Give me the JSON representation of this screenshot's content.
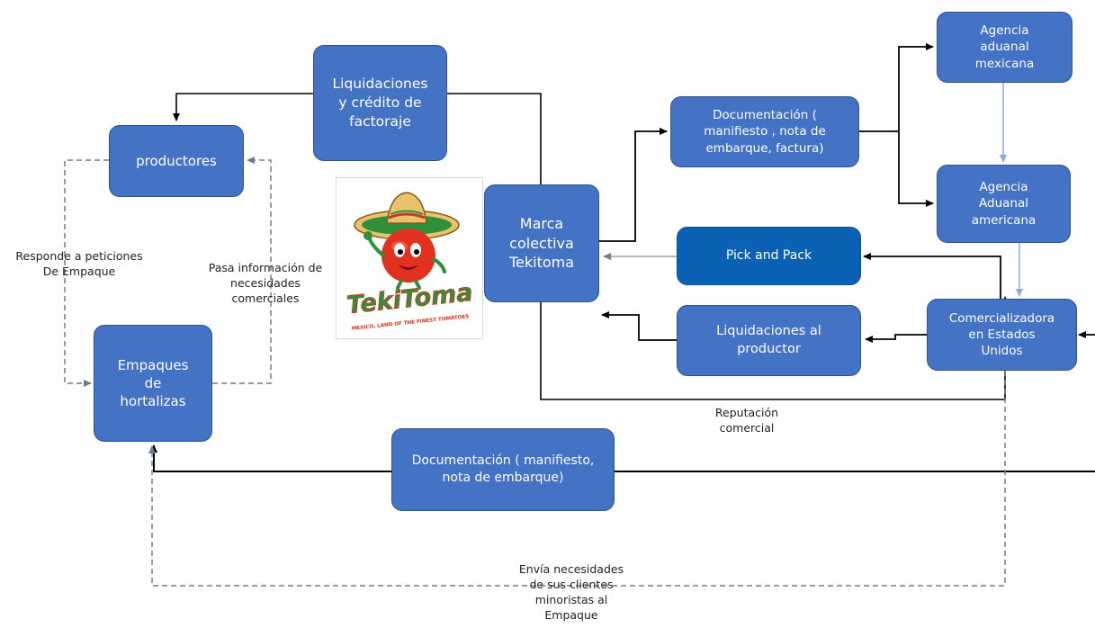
{
  "nodes": {
    "productores": "productores",
    "empaques": "Empaques\nde\nhortalizas",
    "liquidaciones_credito": "Liquidaciones\ny crédito de\nfactoraje",
    "marca": "Marca\ncolectiva\nTekitoma",
    "documentacion_top": "Documentación (\nmanifiesto , nota de\nembarque, factura)",
    "agencia_mexicana": "Agencia\naduanal\nmexicana",
    "agencia_americana": "Agencia\nAduanal\namericana",
    "pick_pack": "Pick and Pack",
    "liquidaciones_productor": "Liquidaciones al\nproductor",
    "comercializadora": "Comercializadora\nen Estados\nUnidos",
    "documentacion_bottom": "Documentación ( manifiesto,\nnota de embarque)"
  },
  "labels": {
    "responde": "Responde a peticiones\nDe Empaque",
    "pasa_info": "Pasa información de\nnecesidades\ncomerciales",
    "reputacion": "Reputación\ncomercial",
    "envia": "Envía necesidades\nde sus clientes\nminoristas al\nEmpaque"
  },
  "logo": {
    "brand_text": "TekiToma",
    "tagline": "MEXICO, LAND OF THE FINEST TOMATOES"
  },
  "colors": {
    "node_fill": "#4472c4",
    "node_fill_dark": "#0b62b5",
    "connector_solid": "#000000",
    "connector_dashed": "#6f7b93",
    "connector_light": "#8eaadb"
  }
}
